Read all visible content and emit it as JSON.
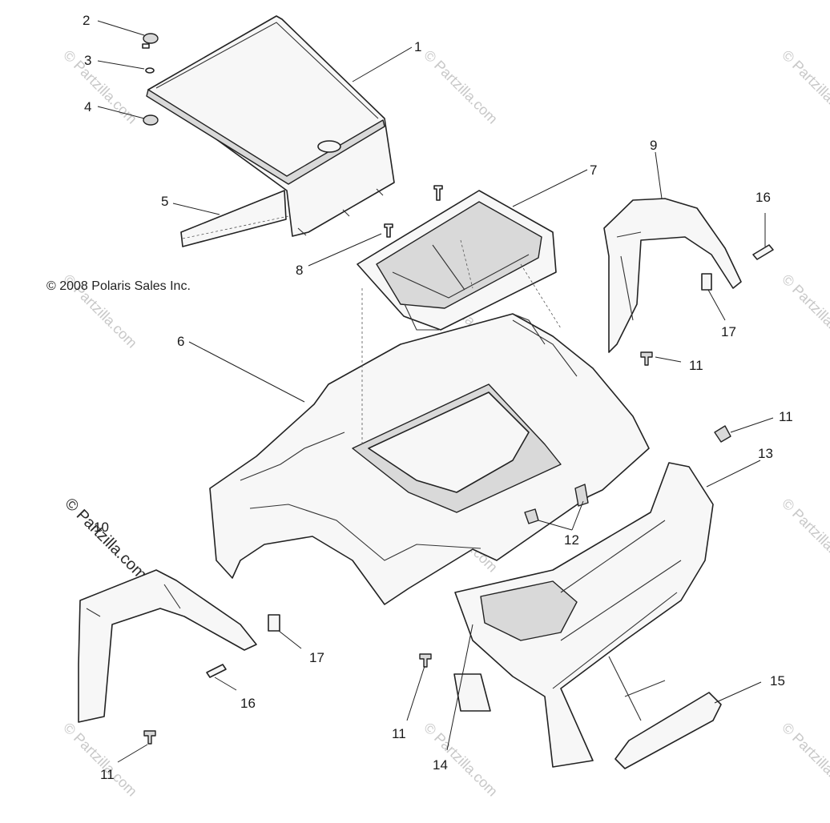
{
  "copyright": "© 2008 Polaris Sales Inc.",
  "watermark": "© Partzilla.com",
  "callouts": {
    "c1": "1",
    "c2": "2",
    "c3": "3",
    "c4": "4",
    "c5": "5",
    "c6": "6",
    "c7": "7",
    "c8": "8",
    "c9": "9",
    "c10": "10",
    "c11a": "11",
    "c11b": "11",
    "c11c": "11",
    "c11d": "11",
    "c12": "12",
    "c13": "13",
    "c14": "14",
    "c15": "15",
    "c16a": "16",
    "c16b": "16",
    "c17a": "17",
    "c17b": "17"
  },
  "icons": {
    "hood": "storage-lid-icon",
    "tray": "storage-tray-icon",
    "body": "front-cab-icon",
    "bumper": "front-bumper-icon"
  }
}
